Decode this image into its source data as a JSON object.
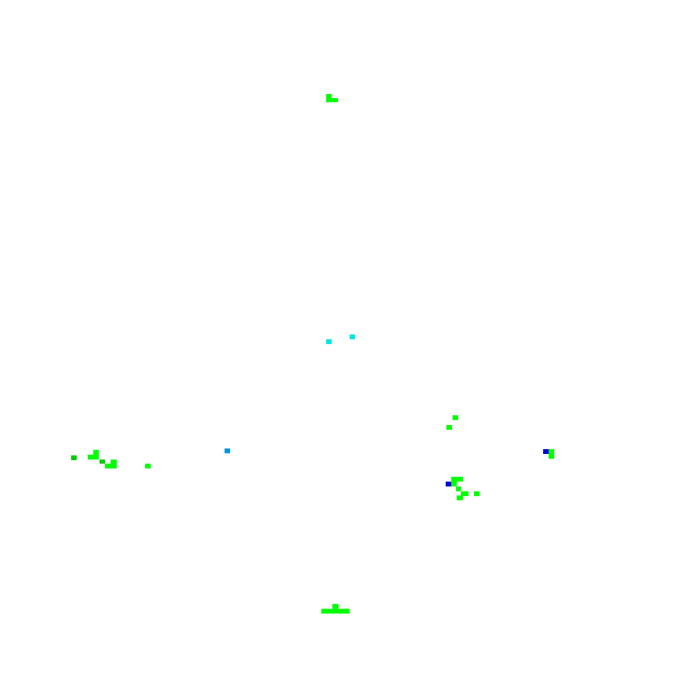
{
  "scene": {
    "background": "#ffffff",
    "palette": {
      "green": "#00ff00",
      "dark_green": "#00cc00",
      "cyan": "#00e5e5",
      "sky_blue": "#0099dd",
      "blue": "#0000dd"
    },
    "clusters": [
      {
        "name": "top",
        "pixel_colors": [
          "green"
        ]
      },
      {
        "name": "center",
        "pixel_colors": [
          "cyan"
        ]
      },
      {
        "name": "left",
        "pixel_colors": [
          "green",
          "dark_green"
        ]
      },
      {
        "name": "left-center",
        "pixel_colors": [
          "sky_blue"
        ]
      },
      {
        "name": "right",
        "pixel_colors": [
          "green",
          "blue"
        ]
      },
      {
        "name": "bottom",
        "pixel_colors": [
          "green"
        ]
      }
    ]
  }
}
